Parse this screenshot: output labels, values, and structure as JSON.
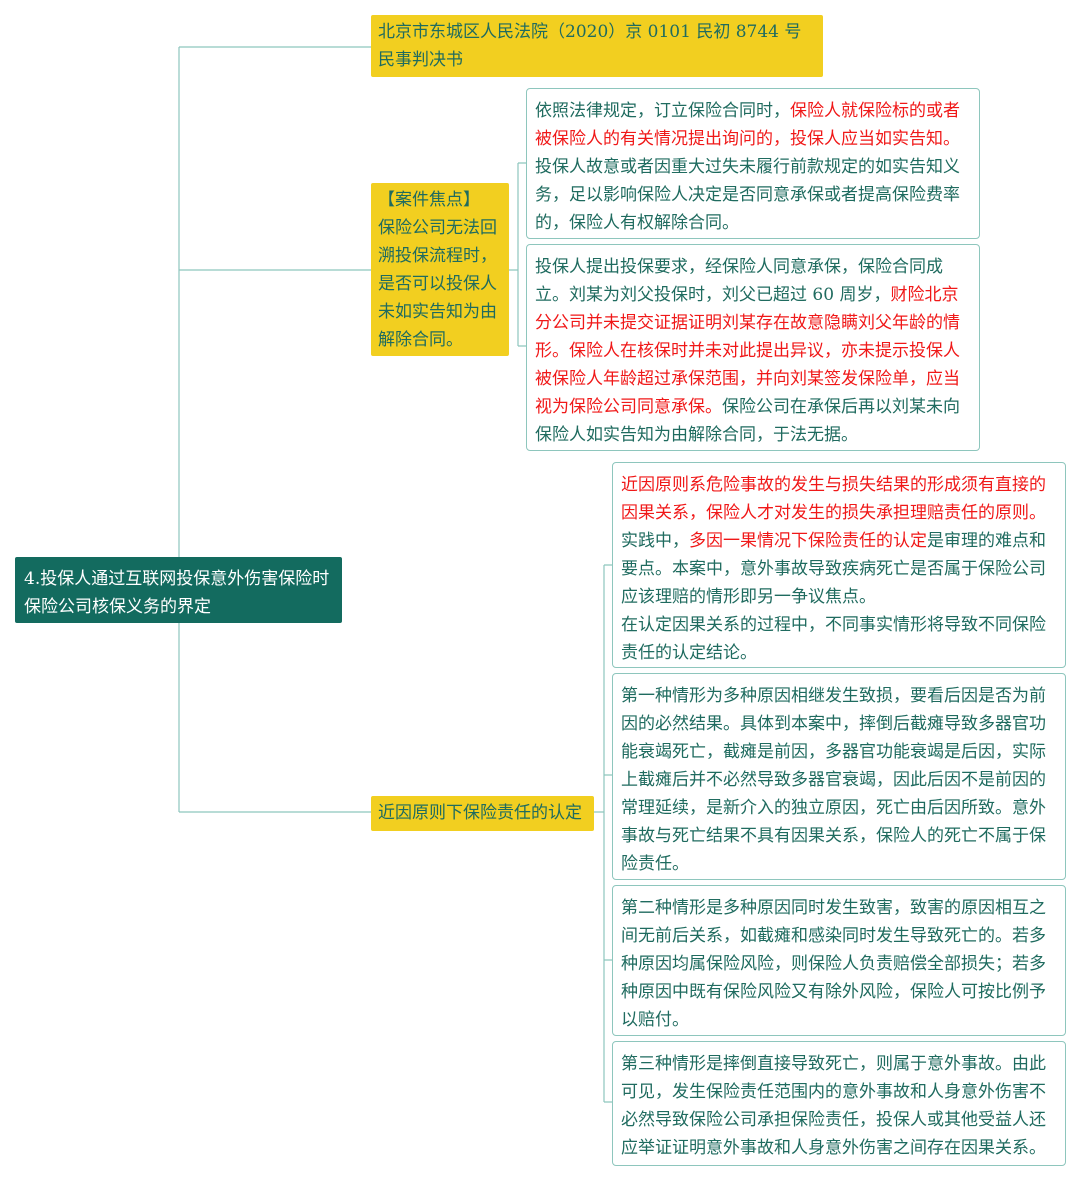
{
  "root": {
    "label": "4.投保人通过互联网投保意外伤害保险时保险公司核保义务的界定"
  },
  "branches": [
    {
      "label": "北京市东城区人民法院（2020）京 0101 民初 8744 号民事判决书"
    },
    {
      "label_title": "【案件焦点】",
      "label": "保险公司无法回溯投保流程时，是否可以投保人未如实告知为由解除合同。"
    },
    {
      "label": "近因原则下保险责任的认定"
    }
  ],
  "notes": {
    "a": [
      "依照法律规定，订立保险合同时，",
      "保险人就保险标的或者被保险人的有关情况提出询问的，投保人应当如实告知。",
      "投保人故意或者因重大过失未履行前款规定的如实告知义务，足以影响保险人决定是否同意承保或者提高保险费率的，保险人有权解除合同。"
    ],
    "b": [
      "投保人提出投保要求，经保险人同意承保，保险合同成立。刘某为刘父投保时，刘父已超过 60 周岁，",
      "财险北京分公司并未提交证据证明刘某存在故意隐瞒刘父年龄的情形。保险人在核保时并未对此提出异议，亦未提示投保人被保险人年龄超过承保范围，并向刘某签发保险单，应当视为保险公司同意承保。",
      "保险公司在承保后再以刘某未向保险人如实告知为由解除合同，于法无据。"
    ],
    "c": [
      "近因原则系危险事故的发生与损失结果的形成须有直接的因果关系，保险人才对发生的损失承担理赔责任的原则。",
      "实践中，",
      "多因一果情况下保险责任的认定",
      "是审理的难点和要点。本案中，意外事故导致疾病死亡是否属于保险公司应该理赔的情形即另一争议焦点。",
      "在认定因果关系的过程中，不同事实情形将导致不同保险责任的认定结论。"
    ],
    "d": "第一种情形为多种原因相继发生致损，要看后因是否为前因的必然结果。具体到本案中，摔倒后截瘫导致多器官功能衰竭死亡，截瘫是前因，多器官功能衰竭是后因，实际上截瘫后并不必然导致多器官衰竭，因此后因不是前因的常理延续，是新介入的独立原因，死亡由后因所致。意外事故与死亡结果不具有因果关系，保险人的死亡不属于保险责任。",
    "e": "第二种情形是多种原因同时发生致害，致害的原因相互之间无前后关系，如截瘫和感染同时发生导致死亡的。若多种原因均属保险风险，则保险人负责赔偿全部损失；若多种原因中既有保险风险又有除外风险，保险人可按比例予以赔付。",
    "f": "第三种情形是摔倒直接导致死亡，则属于意外事故。由此可见，发生保险责任范围内的意外事故和人身意外伤害不必然导致保险公司承担保险责任，投保人或其他受益人还应举证证明意外事故和人身意外伤害之间存在因果关系。"
  },
  "colors": {
    "root": "#136b5f",
    "branch": "#f2cf20",
    "text": "#1f6b5f",
    "highlight": "#f01818",
    "line": "#8ec6bd"
  }
}
